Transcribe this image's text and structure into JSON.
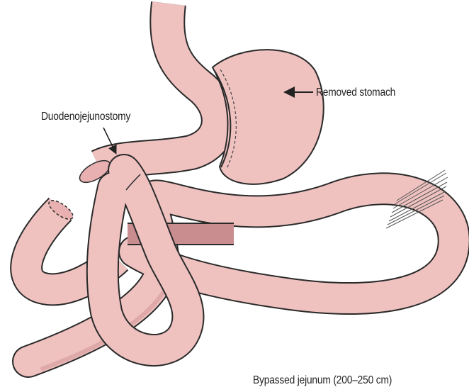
{
  "labels": {
    "removed_stomach": "Removed stomach",
    "duodenojejunostomy": "Duodenojejunostomy",
    "bypassed_jejunum": "Bypassed jejunum (200–250 cm)"
  },
  "colors": {
    "tissue": "#efc2c0",
    "tissue_shade": "#dba3a3",
    "tissue_dark": "#c98c8f",
    "outline": "#2a2a2a",
    "text": "#222222"
  }
}
